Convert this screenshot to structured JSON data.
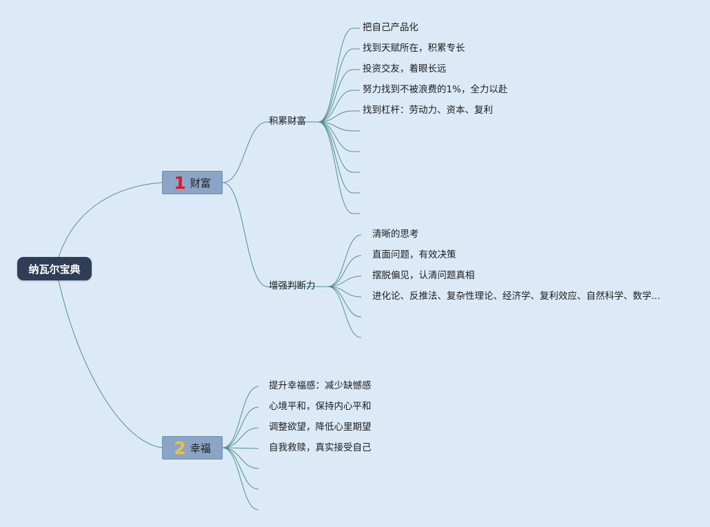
{
  "root": {
    "label": "纳瓦尔宝典"
  },
  "topics": [
    {
      "number": "1",
      "number_color": "#e0162b",
      "label": "财富",
      "subtopics": [
        {
          "label": "积累财富",
          "items": [
            "把自己产品化",
            "找到天赋所在，积累专长",
            "投资交友，着眼长远",
            "努力找到不被浪费的1%，全力以赴",
            "找到杠杆：劳动力、资本、复利"
          ]
        },
        {
          "label": "增强判断力",
          "items": [
            "清晰的思考",
            "直面问题，有效决策",
            "摆脱偏见，认清问题真相",
            "进化论、反推法、复杂性理论、经济学、复利效应、自然科学、数学..."
          ]
        }
      ]
    },
    {
      "number": "2",
      "number_color": "#f2c230",
      "label": "幸福",
      "items": [
        "提升幸福感：减少缺憾感",
        "心境平和，保持内心平和",
        "调整欲望，降低心里期望",
        "自我救赎，真实接受自己"
      ]
    }
  ],
  "colors": {
    "connector": "#4f8f8f",
    "root_fill": "#2f3d57",
    "topic_fill": "#8aa5c5"
  }
}
